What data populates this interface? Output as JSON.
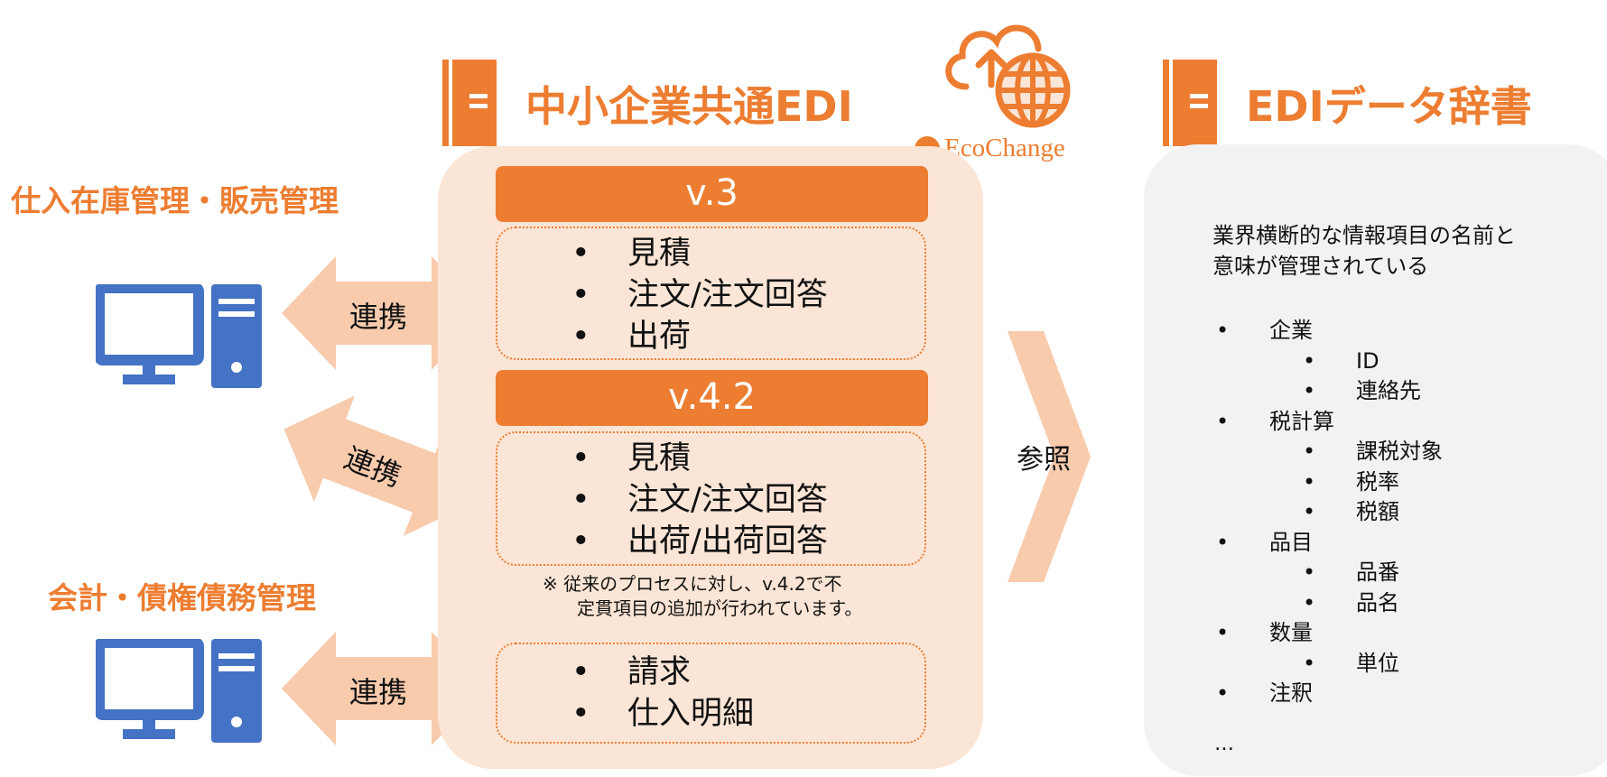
{
  "colors": {
    "accent": "#ED7D31",
    "panel": "#FBE5D6",
    "arrow": "#F8CBAD",
    "computer": "#4472C4",
    "dict_panel": "#F2F2F2"
  },
  "left": {
    "system1_title": "仕入在庫管理・販売管理",
    "system2_title": "会計・債権債務管理",
    "computer_icon": "computer-icon",
    "link_label": "連携"
  },
  "edi": {
    "title": "中小企業共通EDI",
    "book_icon": "book-icon",
    "v3": {
      "label": "v.3",
      "items": [
        "見積",
        "注文/注文回答",
        "出荷"
      ]
    },
    "v42": {
      "label": "v.4.2",
      "items": [
        "見積",
        "注文/注文回答",
        "出荷/出荷回答"
      ]
    },
    "note_line1": "※ 従来のプロセスに対し、v.4.2で不",
    "note_line2": "定貫項目の追加が行われています。",
    "billing": {
      "items": [
        "請求",
        "仕入明細"
      ]
    }
  },
  "ecochange": {
    "logo_text": "EcoChange",
    "logo_mark": "eo",
    "icon": "cloud-globe-icon"
  },
  "reference": {
    "label": "参照"
  },
  "dictionary": {
    "title": "EDIデータ辞書",
    "desc_line1": "業界横断的な情報項目の名前と",
    "desc_line2": "意味が管理されている",
    "items": [
      {
        "level": 1,
        "text": "企業"
      },
      {
        "level": 2,
        "text": "ID"
      },
      {
        "level": 2,
        "text": "連絡先"
      },
      {
        "level": 1,
        "text": "税計算"
      },
      {
        "level": 2,
        "text": "課税対象"
      },
      {
        "level": 2,
        "text": "税率"
      },
      {
        "level": 2,
        "text": "税額"
      },
      {
        "level": 1,
        "text": "品目"
      },
      {
        "level": 2,
        "text": "品番"
      },
      {
        "level": 2,
        "text": "品名"
      },
      {
        "level": 1,
        "text": "数量"
      },
      {
        "level": 2,
        "text": "単位"
      },
      {
        "level": 1,
        "text": "注釈"
      }
    ],
    "ellipsis": "…"
  }
}
